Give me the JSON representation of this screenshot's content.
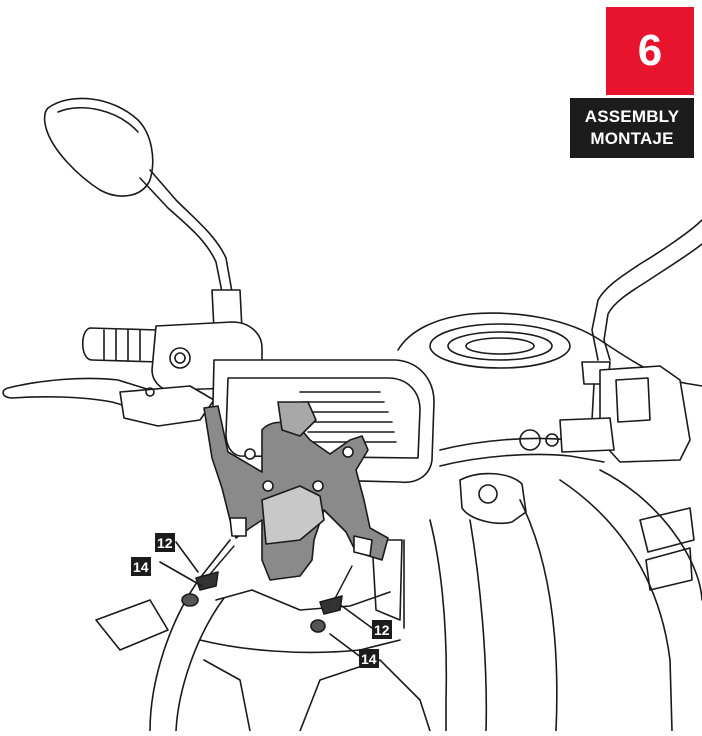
{
  "step": {
    "number": "6",
    "title_line_1": "ASSEMBLY",
    "title_line_2": "MONTAJE"
  },
  "callouts": [
    {
      "label": "12",
      "part": "screw"
    },
    {
      "label": "14",
      "part": "washer"
    },
    {
      "label": "12",
      "part": "screw"
    },
    {
      "label": "14",
      "part": "washer"
    }
  ],
  "colors": {
    "badge_red": "#e8132c",
    "badge_dark": "#1c1c1c",
    "line_art": "#1a1a1a",
    "bracket_grey": "#8a8a8a"
  }
}
